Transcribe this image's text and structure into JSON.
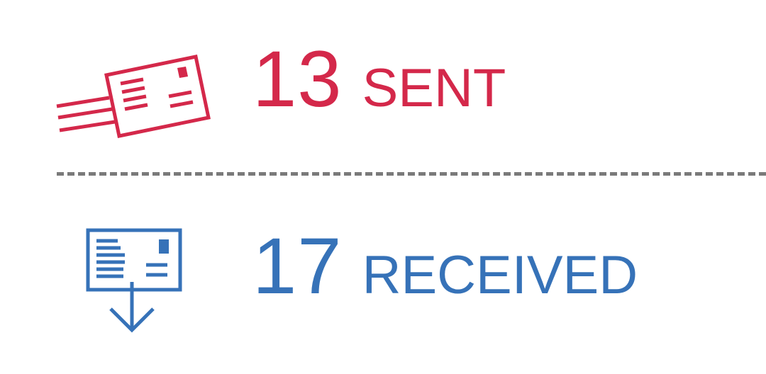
{
  "stats": {
    "sent": {
      "count": "13",
      "label": "SENT",
      "icon": "sent-postcard-icon",
      "color": "#d4284a"
    },
    "received": {
      "count": "17",
      "label": "RECEIVED",
      "icon": "received-postcard-icon",
      "color": "#3672b8"
    }
  },
  "colors": {
    "divider": "#7a7a7a",
    "background": "#ffffff"
  }
}
